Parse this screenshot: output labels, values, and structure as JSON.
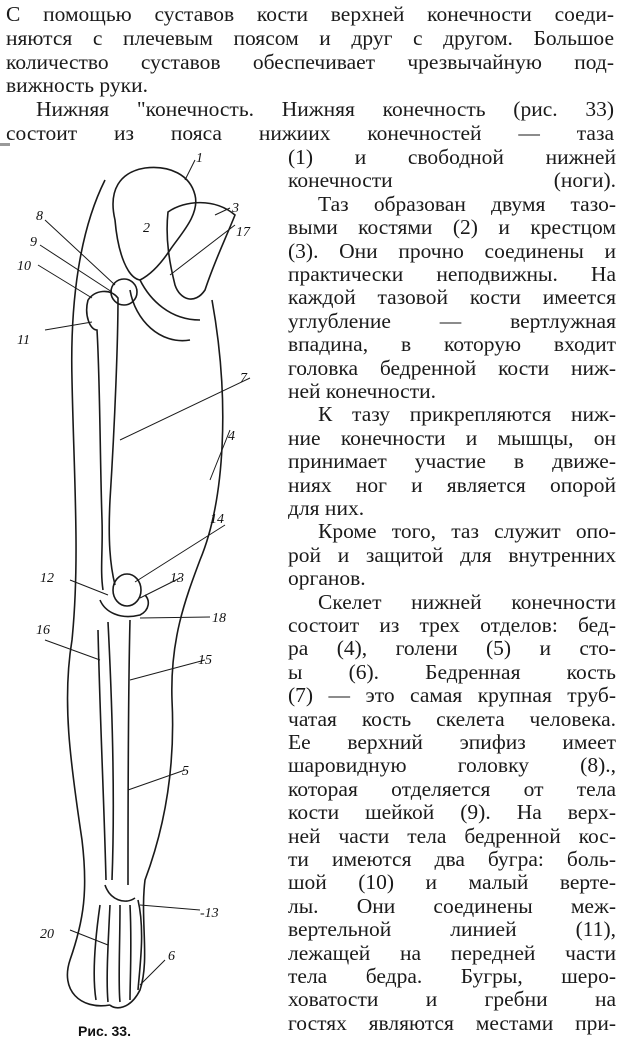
{
  "top_lines": [
    "С помощью суставов кости верхней конечности соеди-",
    "няются с плечевым поясом и друг с другом. Большое",
    "количество суставов обеспечивает чрезвычайную под-",
    "вижность руки.",
    "Нижняя \"конечность. Нижняя конечность (рис. 33)",
    "состоит из пояса нижиих конечностей — таза"
  ],
  "column_lines": [
    "(1) и свободной нижней",
    "конечности (ноги).",
    "Таз образован двумя тазо-",
    "выми костями (2) и крестцом",
    "(3). Они прочно соединены и",
    "практически неподвижны. На",
    "каждой тазовой кости имеется",
    "углубление — вертлужная",
    "впадина, в которую входит",
    "головка бедренной кости ниж-",
    "ней конечности.",
    "К тазу прикрепляются ниж-",
    "ние конечности и мышцы, он",
    "принимает участие в движе-",
    "ниях ног и является опорой",
    "для них.",
    "Кроме того, таз служит опо-",
    "рой и защитой для внутренних",
    "органов.",
    "Скелет нижней конечности",
    "состоит из трех отделов: бед-",
    "ра (4), голени (5) и сто-",
    "ы (6). Бедренная кость",
    "(7) — это самая крупная труб-",
    "чатая кость скелета человека.",
    "Ее верхний эпифиз имеет",
    "шаровидную головку (8).,",
    "которая отделяется от тела",
    "кости шейкой (9). На верх-",
    "ней части тела бедренной кос-",
    "ти имеются два бугра: боль-",
    "шой (10) и малый верте-",
    "лы. Они соединены меж-",
    "вертельной линией (11),",
    "лежащей на передней части",
    "тела бедра. Бугры, шеро-",
    "ховатости и гребни на",
    "гостях являются местами при-"
  ],
  "figure": {
    "caption": "Рис. 33.",
    "labels": {
      "l1": "1",
      "l2": "2",
      "l3": "3",
      "l17": "17",
      "l8": "8",
      "l9": "9",
      "l10": "10",
      "l11": "11",
      "l7": "7",
      "l4": "4",
      "l14": "14",
      "l12": "12",
      "l13": "13",
      "l18": "18",
      "l16": "16",
      "l15": "15",
      "l5": "5",
      "l13b": "-13",
      "l20": "20",
      "l6": "6"
    }
  }
}
